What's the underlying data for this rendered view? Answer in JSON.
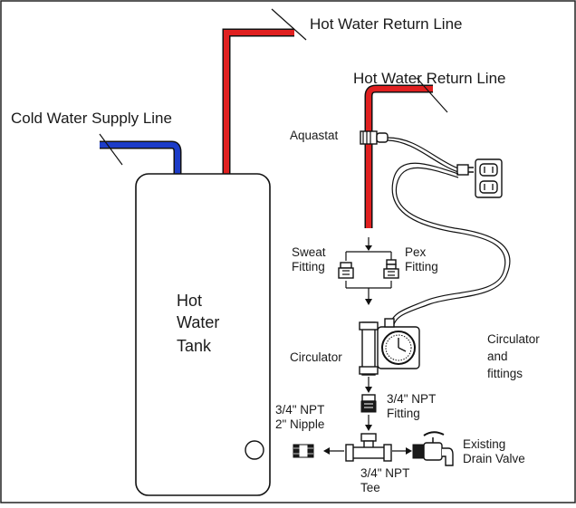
{
  "labels": {
    "hot_return_top": "Hot Water Return Line",
    "hot_return_right": "Hot Water Return Line",
    "cold_supply": "Cold Water Supply Line",
    "aquastat": "Aquastat",
    "sweat_fitting_1": "Sweat",
    "sweat_fitting_2": "Fitting",
    "pex_fitting_1": "Pex",
    "pex_fitting_2": "Fitting",
    "tank_1": "Hot",
    "tank_2": "Water",
    "tank_3": "Tank",
    "circulator": "Circulator",
    "circ_fittings_1": "Circulator",
    "circ_fittings_2": "and",
    "circ_fittings_3": "fittings",
    "npt_fitting_1": "3/4\" NPT",
    "npt_fitting_2": "Fitting",
    "nipple_1": "3/4\" NPT",
    "nipple_2": "2\" Nipple",
    "tee_1": "3/4\" NPT",
    "tee_2": "Tee",
    "drain_1": "Existing",
    "drain_2": "Drain Valve"
  },
  "colors": {
    "hot_pipe": "#e02020",
    "cold_pipe": "#1c3cc8",
    "line": "#111111"
  }
}
